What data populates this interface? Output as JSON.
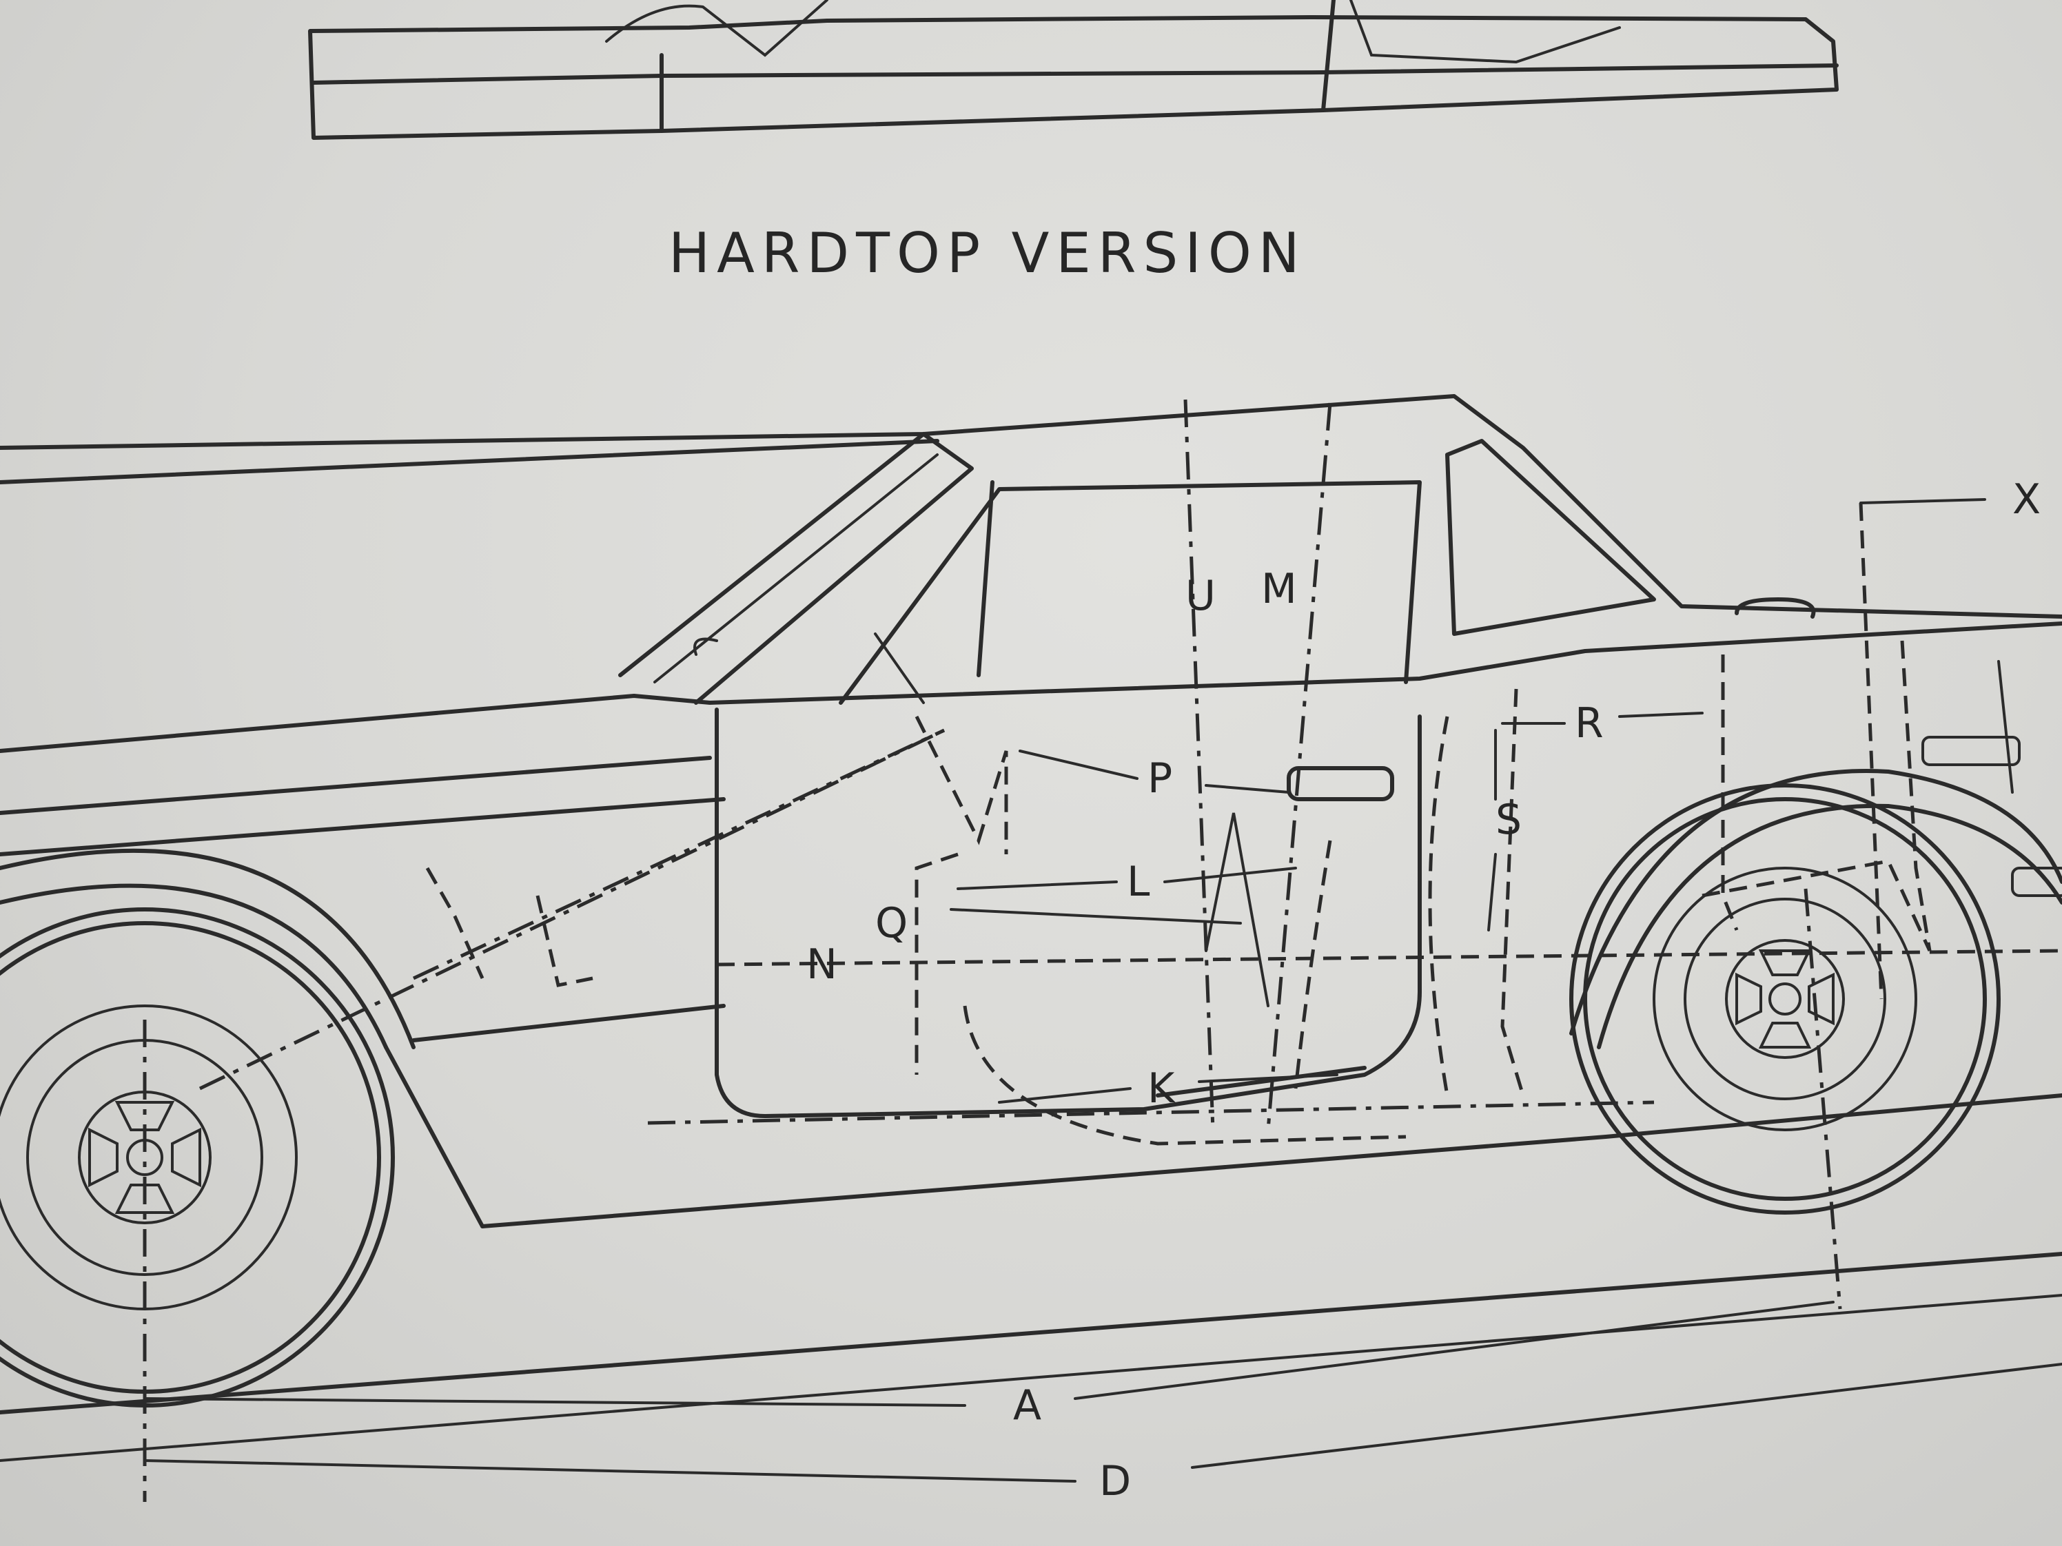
{
  "title": "HARDTOP VERSION",
  "dimension_labels": {
    "A": "A",
    "D": "D",
    "K": "K",
    "L": "L",
    "M": "M",
    "N": "N",
    "P": "P",
    "Q": "Q",
    "R": "R",
    "S": "S",
    "U": "U",
    "X": "X"
  },
  "colors": {
    "paper": "#d9d9d6",
    "ink": "#2b2b2b"
  }
}
